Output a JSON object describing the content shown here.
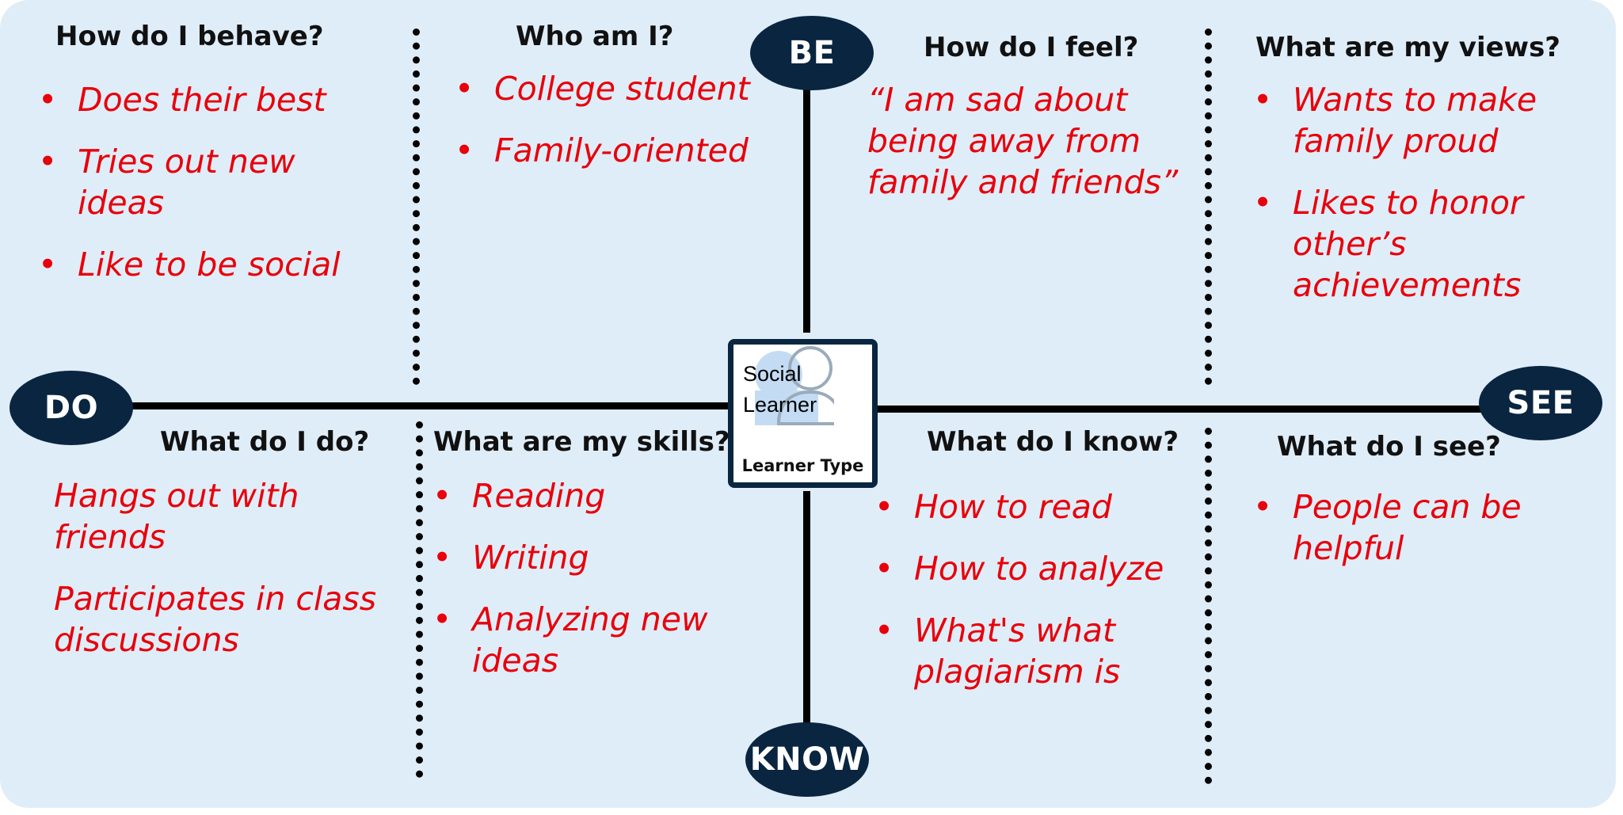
{
  "axes": {
    "top": "BE",
    "left": "DO",
    "right": "SEE",
    "bottom": "KNOW"
  },
  "center": {
    "name": "Social Learner",
    "type": "Learner Type"
  },
  "quadrants": {
    "behave": {
      "question": "How do I behave?",
      "items": [
        "Does their best",
        "Tries out new ideas",
        "Like to be social"
      ]
    },
    "who": {
      "question": "Who am I?",
      "items": [
        "College student",
        "Family-oriented"
      ]
    },
    "feel": {
      "question": "How do I feel?",
      "quote": "“I am sad about being away from family and friends”"
    },
    "views": {
      "question": "What are my views?",
      "items": [
        "Wants to make family proud",
        "Likes to honor other’s achievements"
      ]
    },
    "do": {
      "question": "What do I do?",
      "items": [
        "Hangs out with friends",
        "Participates in class discussions"
      ]
    },
    "skills": {
      "question": "What are my skills?",
      "items": [
        "Reading",
        "Writing",
        "Analyzing new ideas"
      ]
    },
    "know": {
      "question": "What do I know?",
      "items": [
        "How to read",
        "How to analyze",
        "What's what plagiarism is"
      ]
    },
    "see": {
      "question": "What do I see?",
      "items": [
        "People can be helpful"
      ]
    }
  },
  "colors": {
    "background": "#dfedf8",
    "oval": "#0a2540",
    "item_text": "#e8000b",
    "lines": "#000000"
  },
  "icons": {
    "center": "person-icon"
  }
}
